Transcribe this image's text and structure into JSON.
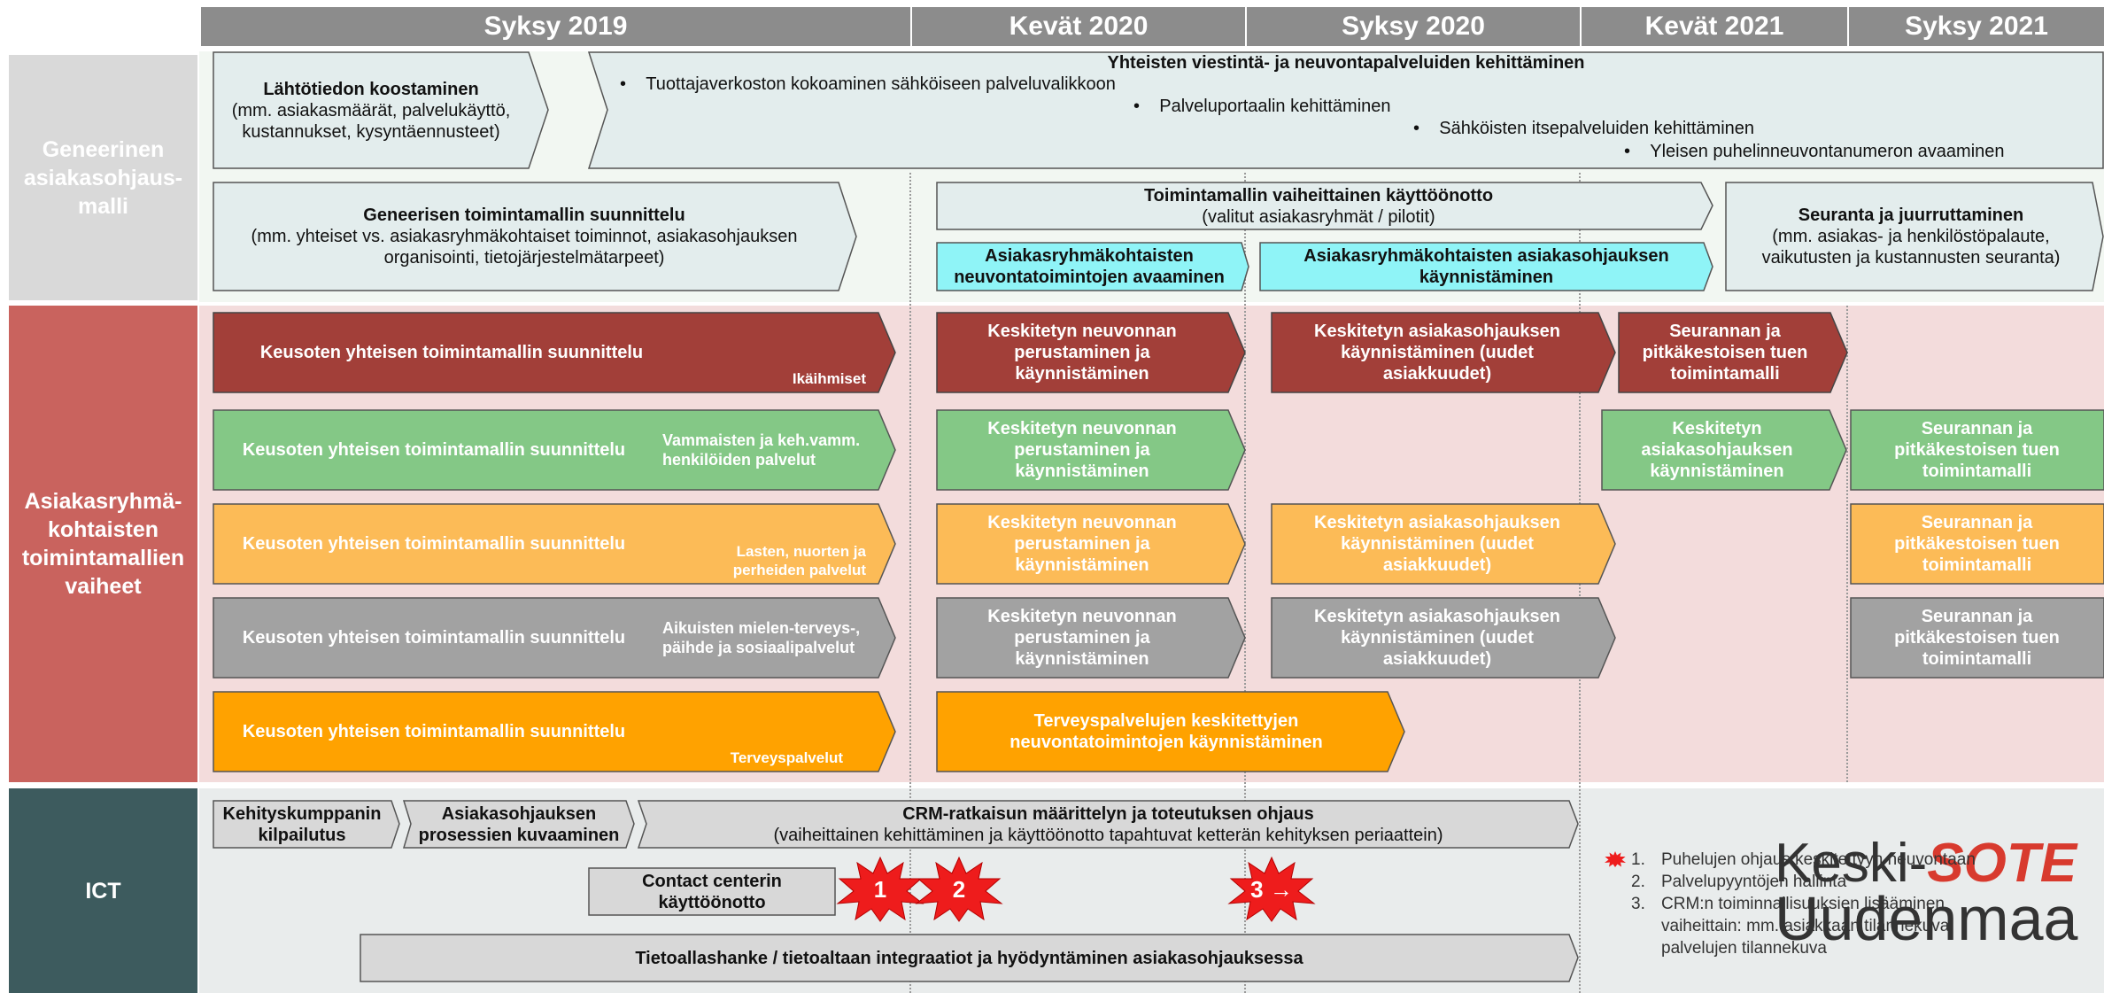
{
  "periods": [
    "Syksy 2019",
    "Kevät 2020",
    "Syksy 2020",
    "Kevät 2021",
    "Syksy 2021"
  ],
  "rows": {
    "generic": "Geneerinen asiakasohjaus-malli",
    "groups": "Asiakasryhmä-kohtaisten toimintamallien vaiheet",
    "ict": "ICT"
  },
  "generic": {
    "lahtotieto": {
      "title": "Lähtötiedon koostaminen",
      "body": "(mm. asiakasmäärät, palvelukäyttö, kustannukset, kysyntäennusteet)"
    },
    "viestinta": {
      "title": "Yhteisten viestintä- ja neuvontapalveluiden kehittäminen",
      "bullets": [
        "Tuottajaverkoston kokoaminen sähköiseen palveluvalikkoon",
        "Palveluportaalin kehittäminen",
        "Sähköisten itsepalveluiden kehittäminen",
        "Yleisen puhelinneuvontanumeron avaaminen"
      ]
    },
    "suunnittelu": {
      "title": "Geneerisen toimintamallin suunnittelu",
      "body": "(mm. yhteiset vs. asiakasryhmäkohtaiset toiminnot, asiakasohjauksen organisointi, tietojärjestelmätarpeet)"
    },
    "vaiheittainen": {
      "title": "Toimintamallin vaiheittainen käyttöönotto",
      "body": "(valitut asiakasryhmät / pilotit)"
    },
    "seuranta": {
      "title": "Seuranta ja juurruttaminen",
      "body": "(mm. asiakas- ja henkilöstöpalaute, vaikutusten ja kustannusten seuranta)"
    },
    "neuvontatoimintojen": "Asiakasryhmäkohtaisten neuvontatoimintojen avaaminen",
    "ohjauksen": "Asiakasryhmäkohtaisten asiakasohjauksen käynnistäminen"
  },
  "groups": {
    "keusote": "Keusoten yhteisen toimintamallin suunnittelu",
    "ikaihmiset": "Ikäihmiset",
    "vammaiset": "Vammaisten ja keh.vamm. henkilöiden palvelut",
    "lapset": "Lasten, nuorten ja perheiden palvelut",
    "aikuiset": "Aikuisten mielen-terveys-, päihde ja sosiaalipalvelut",
    "terveys": "Terveyspalvelut",
    "neuvonta": "Keskitetyn neuvonnan perustaminen ja käynnistäminen",
    "ohjaus_uudet_a": "Keskitetyn asiakasohjauksen käynnistäminen (uudet asiakkuudet)",
    "ohjaus_uudet_b": "Keskitetyn asiakasohjauksen käynnistäminen (uudet asiakkuudet)",
    "seurannan": "Seurannan ja pitkäkestoisen tuen toimintamalli",
    "keskitetty_ohjaus": "Keskitetyn asiakasohjauksen käynnistäminen",
    "terveys_neuvonta": "Terveyspalvelujen keskitettyjen neuvontatoimintojen käynnistäminen"
  },
  "ict": {
    "kumppani": "Kehityskumppanin kilpailutus",
    "prosessit": "Asiakasohjauksen prosessien kuvaaminen",
    "crm_title": "CRM-ratkaisun määrittelyn ja toteutuksen ohjaus",
    "crm_body": "(vaiheittainen kehittäminen ja käyttöönotto tapahtuvat ketterän kehityksen periaattein)",
    "contact": "Contact centerin käyttöönotto",
    "tieto": "Tietoallashanke / tietoaltaan integraatiot ja hyödyntäminen asiakasohjauksessa",
    "stars": [
      "1",
      "2",
      "3"
    ],
    "legend": [
      {
        "n": "1.",
        "text": "Puhelujen ohjaus keskitettyyn neuvontaan"
      },
      {
        "n": "2.",
        "text": "Palvelupyyntöjen hallinta"
      },
      {
        "n": "3.",
        "text": "CRM:n toiminnallisuuksien lisääminen vaiheittain: mm. asiakkaan tilannekuva, palvelujen tilannekuva"
      }
    ],
    "logo_a": "Keski-",
    "logo_b": "SOTE",
    "logo_c": "Uudenmaa"
  },
  "colors": {
    "red": "#a23f39",
    "green": "#84c886",
    "yellow": "#fcbb57",
    "gray": "#a2a2a2",
    "orange": "#ffa200",
    "cyan": "#8ff4f7"
  }
}
